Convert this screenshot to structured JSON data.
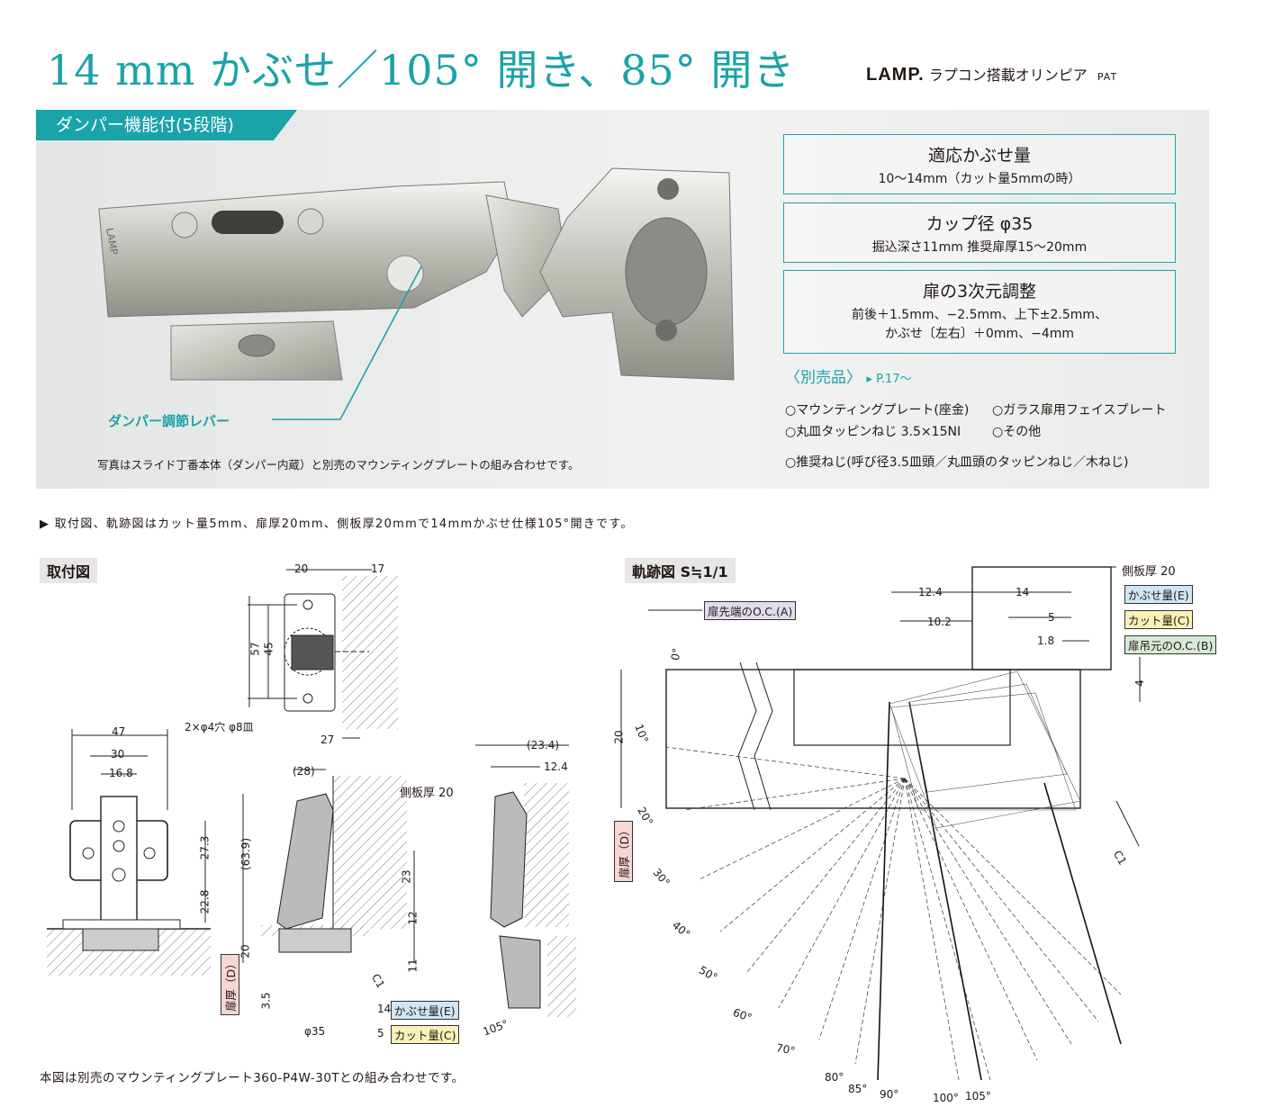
{
  "header": {
    "title": "14 mm かぶせ／105° 開き、85° 開き",
    "brand_logo": "LAMP.",
    "brand_text": "ラプコン搭載オリンピア",
    "brand_suffix": "PAT"
  },
  "hero": {
    "tab_label": "ダンパー機能付(5段階)",
    "lever_label": "ダンパー調節レバー",
    "photo_note": "写真はスライド丁番本体（ダンパー内蔵）と別売のマウンティングプレートの組み合わせです。",
    "hinge_stamp": "LAMP"
  },
  "specs": [
    {
      "heading": "適応かぶせ量",
      "detail": "10〜14mm（カット量5mmの時）"
    },
    {
      "heading": "カップ径 φ35",
      "detail": "掘込深さ11mm  推奨扉厚15〜20mm"
    },
    {
      "heading": "扉の3次元調整",
      "detail": "前後＋1.5mm、−2.5mm、上下±2.5mm、",
      "detail2": "かぶせ〔左右〕＋0mm、−4mm"
    }
  ],
  "options": {
    "title": "〈別売品〉",
    "page_ref": "▸ P.17〜",
    "row1a": "○マウンティングプレート(座金)",
    "row1b": "○ガラス扉用フェイスプレート",
    "row2a": "○丸皿タッピンねじ 3.5×15NI",
    "row2b": "○その他",
    "row3": "○推奨ねじ(呼び径3.5皿頭／丸皿頭のタッピンねじ／木ねじ)"
  },
  "intro_text": "▶ 取付図、軌跡図はカット量5mm、扉厚20mm、側板厚20mmで14mmかぶせ仕様105°開きです。",
  "install": {
    "title": "取付図",
    "top_view": {
      "d20": "20",
      "d17": "17",
      "d57": "57",
      "d45": "45",
      "d27": "27",
      "holes": "2×φ4穴 φ8皿"
    },
    "plate_view": {
      "d47": "47",
      "d30": "30",
      "d168": "16.8",
      "d273": "27.3",
      "d228": "22.8"
    },
    "side_view": {
      "d28": "(28)",
      "d639": "(63.9)",
      "d23": "23",
      "d12": "12",
      "d11": "11",
      "d20": "20",
      "d35v": "3.5",
      "c1": "C1",
      "d14": "14",
      "d5": "5",
      "cup": "φ35",
      "side_label": "側板厚 20",
      "door_label": "扉厚（D）",
      "tag_e": "かぶせ量(E)",
      "tag_c": "カット量(C)"
    },
    "open_view": {
      "d234": "(23.4)",
      "d124": "12.4",
      "angle": "105°"
    },
    "footnote": "本図は別売のマウンティングプレート360-P4W-30Tとの組み合わせです。"
  },
  "trajectory": {
    "title": "軌跡図 S≒1/1",
    "side_label": "側板厚 20",
    "tag_e": "かぶせ量(E)",
    "tag_c": "カット量(C)",
    "tag_b": "扉吊元のO.C.(B)",
    "tag_a": "扉先端のO.C.(A)",
    "tag_d": "扉厚（D）",
    "d124": "12.4",
    "d14": "14",
    "d102": "10.2",
    "d5": "5",
    "d18": "1.8",
    "d4": "4",
    "d20": "20",
    "c1": "C1",
    "a0": "0°",
    "angles": [
      "10°",
      "20°",
      "30°",
      "40°",
      "50°",
      "60°",
      "70°",
      "80°",
      "85°",
      "90°",
      "100°",
      "105°"
    ]
  },
  "colors": {
    "accent": "#1aa3a8",
    "tag_blue": "#cfe6f4",
    "tag_yellow": "#fbf1b8",
    "tag_green": "#d5ead7",
    "tag_purple": "#e1dcee",
    "tag_pink": "#f7d6d3"
  }
}
